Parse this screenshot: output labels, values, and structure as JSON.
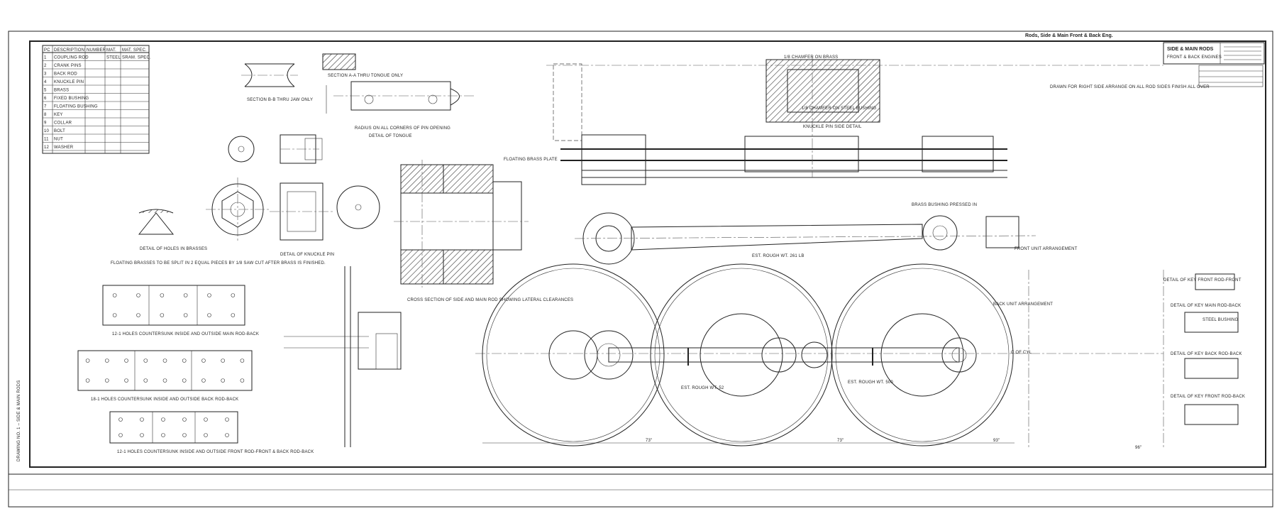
{
  "drawing": {
    "title_block": "SIDE & MAIN RODS",
    "title_block_sub": "FRONT & BACK ENGINES",
    "header_note": "Rods, Side & Main Front & Back Eng.",
    "margin_note": "DRAWING NO. 1 – SIDE & MAIN RODS"
  },
  "material_table": {
    "headers": [
      "PC",
      "DESCRIPTION",
      "NUMBER",
      "MAT.",
      "MAT. SPEC."
    ],
    "rows": [
      [
        "1",
        "COUPLING ROD",
        "",
        "STEEL",
        "SRAM. SPEC."
      ],
      [
        "2",
        "CRANK PINS",
        "",
        "",
        ""
      ],
      [
        "3",
        "BACK ROD",
        "",
        "",
        ""
      ],
      [
        "4",
        "KNUCKLE PIN",
        "",
        "",
        ""
      ],
      [
        "5",
        "BRASS",
        "",
        "",
        ""
      ],
      [
        "6",
        "FIXED BUSHING",
        "",
        "",
        ""
      ],
      [
        "7",
        "FLOATING BUSHING",
        "",
        "",
        ""
      ],
      [
        "8",
        "KEY",
        "",
        "",
        ""
      ],
      [
        "9",
        "COLLAR",
        "",
        "",
        ""
      ],
      [
        "10",
        "BOLT",
        "",
        "",
        ""
      ],
      [
        "11",
        "NUT",
        "",
        "",
        ""
      ],
      [
        "12",
        "WASHER",
        "",
        "",
        ""
      ]
    ]
  },
  "callouts": {
    "section_bb": "SECTION B-B THRU JAW ONLY",
    "section_aa": "SECTION A-A THRU TONGUE ONLY",
    "radius_note": "RADIUS ON ALL CORNERS OF PIN OPENING",
    "detail_tongue": "DETAIL OF TONGUE",
    "detail_holes": "DETAIL OF HOLES IN BRASSES",
    "detail_knuckle": "DETAIL OF KNUCKLE PIN",
    "floating_note": "FLOATING BRASSES TO BE SPLIT IN 2 EQUAL PIECES BY 1/8 SAW CUT AFTER BRASS IS FINISHED.",
    "holes_main": "12-1 HOLES COUNTERSUNK INSIDE AND OUTSIDE MAIN ROD-BACK",
    "holes_back": "18-1 HOLES COUNTERSUNK INSIDE AND OUTSIDE BACK ROD-BACK",
    "holes_front": "12-1 HOLES COUNTERSUNK INSIDE AND OUTSIDE FRONT ROD-FRONT & BACK ROD-BACK",
    "cross_section": "CROSS SECTION OF SIDE AND MAIN ROD SHOWING LATERAL CLEARANCES",
    "chamfer_brass": "1/8 CHAMFER ON BRASS",
    "chamfer_bushing": "1/8 CHAMFER ON STEEL BUSHING",
    "knuckle_detail": "KNUCKLE PIN SIDE DETAIL",
    "drawn_for": "DRAWN FOR RIGHT SIDE ARRANGE ON ALL ROD SIDES FINISH ALL OVER",
    "floating_brass": "FLOATING BRASS PLATE",
    "brass_bushing": "BRASS BUSHING PRESSED IN",
    "est_wt_1": "EST. ROUGH WT. 261 LB",
    "est_wt_2": "EST. ROUGH WT. 52",
    "est_wt_3": "EST. ROUGH WT. 500",
    "front_unit": "FRONT UNIT ARRANGEMENT",
    "back_unit": "BACK UNIT ARRANGEMENT",
    "cyl_center": "C OF CYL",
    "detail_key_front": "DETAIL OF KEY FRONT ROD-FRONT",
    "detail_key_main": "DETAIL OF KEY MAIN ROD-BACK",
    "detail_key_back": "DETAIL OF KEY BACK ROD-BACK",
    "detail_key_front_back": "DETAIL OF KEY FRONT ROD-BACK",
    "steel_bushing": "STEEL BUSHING",
    "dim_73a": "73\"",
    "dim_73b": "73\"",
    "dim_93": "93\"",
    "dim_96": "96\""
  }
}
